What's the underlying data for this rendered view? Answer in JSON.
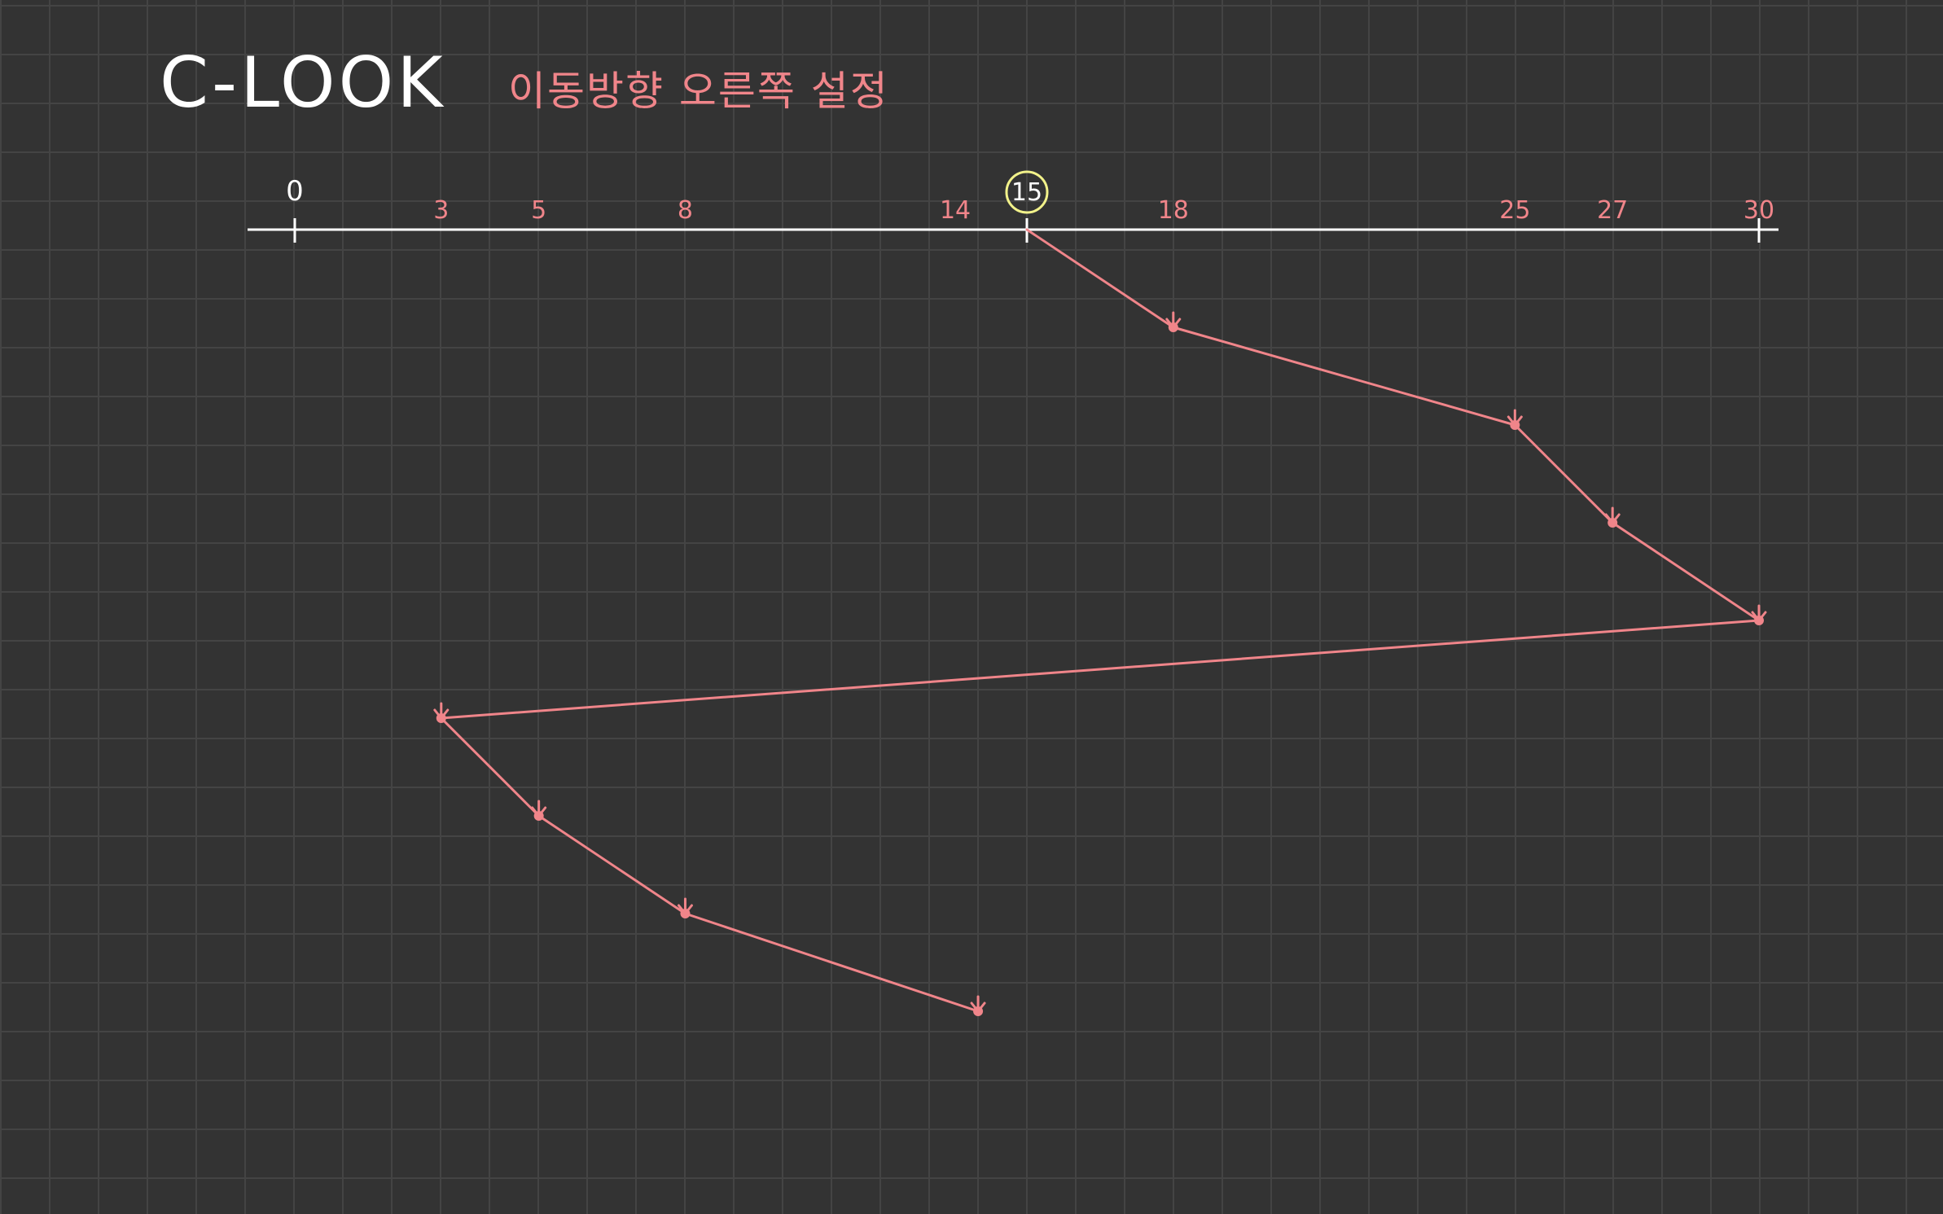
{
  "title": "C-LOOK",
  "subtitle": "이동방향  오른쪽 설정",
  "colors": {
    "background": "#333333",
    "grid": "#444444",
    "axis": "#ffffff",
    "path": "#f0858a",
    "highlight": "#f2f28a",
    "title": "#ffffff"
  },
  "axis": {
    "min": 0,
    "max": 30,
    "end_labels": [
      "0",
      "30"
    ],
    "labels": [
      "0",
      "3",
      "5",
      "8",
      "14",
      "15",
      "18",
      "25",
      "27",
      "30"
    ],
    "highlight_value": 15
  },
  "head_start": 15,
  "sequence": [
    15,
    18,
    25,
    27,
    30,
    3,
    5,
    8,
    14
  ]
}
